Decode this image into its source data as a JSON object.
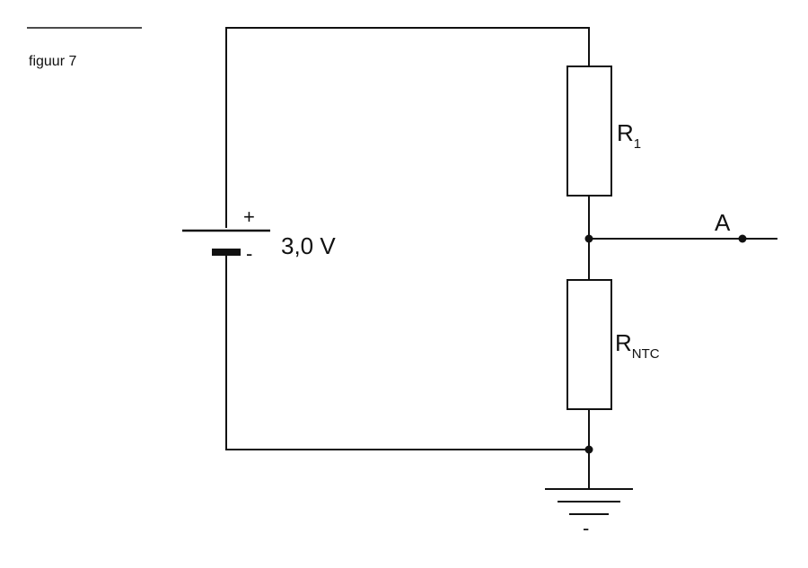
{
  "figure": {
    "caption": "figuur 7"
  },
  "battery": {
    "voltage_label": "3,0 V",
    "plus_sign": "+",
    "minus_sign": "-"
  },
  "resistor_top": {
    "label_main": "R",
    "label_sub": "1"
  },
  "resistor_bottom": {
    "label_main": "R",
    "label_sub": "NTC"
  },
  "output": {
    "label": "A"
  },
  "ground": {
    "sign": "-"
  }
}
